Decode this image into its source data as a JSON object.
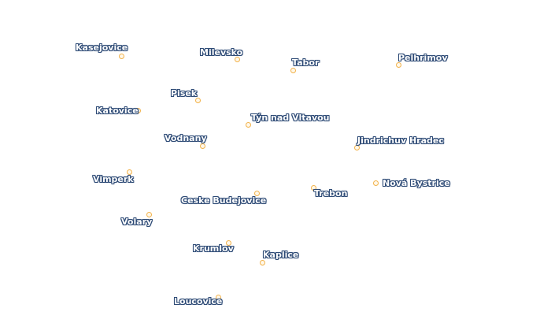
{
  "map": {
    "marker_color": "#f2b24a",
    "label_text_color": "#ffffff",
    "label_halo_color": "#2e4b76",
    "places": [
      {
        "id": "kasejovice",
        "name": "Kasejovice"
      },
      {
        "id": "milevsko",
        "name": "Milevsko"
      },
      {
        "id": "tabor",
        "name": "Tabor"
      },
      {
        "id": "pelhrimov",
        "name": "Pelhrimov"
      },
      {
        "id": "pisek",
        "name": "Pisek"
      },
      {
        "id": "katovice",
        "name": "Katovice"
      },
      {
        "id": "tyn-nad-vltavou",
        "name": "Týn nad Vltavou"
      },
      {
        "id": "vodnany",
        "name": "Vodnany"
      },
      {
        "id": "jindrichuv-hradec",
        "name": "Jindrichuv Hradec"
      },
      {
        "id": "vimperk",
        "name": "Vimperk"
      },
      {
        "id": "nova-bystrice",
        "name": "Nová Bystrice"
      },
      {
        "id": "trebon",
        "name": "Trebon"
      },
      {
        "id": "ceske-budejovice",
        "name": "Ceske Budejovice"
      },
      {
        "id": "volary",
        "name": "Volary"
      },
      {
        "id": "krumlov",
        "name": "Krumlov"
      },
      {
        "id": "kaplice",
        "name": "Kaplice"
      },
      {
        "id": "loucovice",
        "name": "Loucovice"
      }
    ]
  }
}
